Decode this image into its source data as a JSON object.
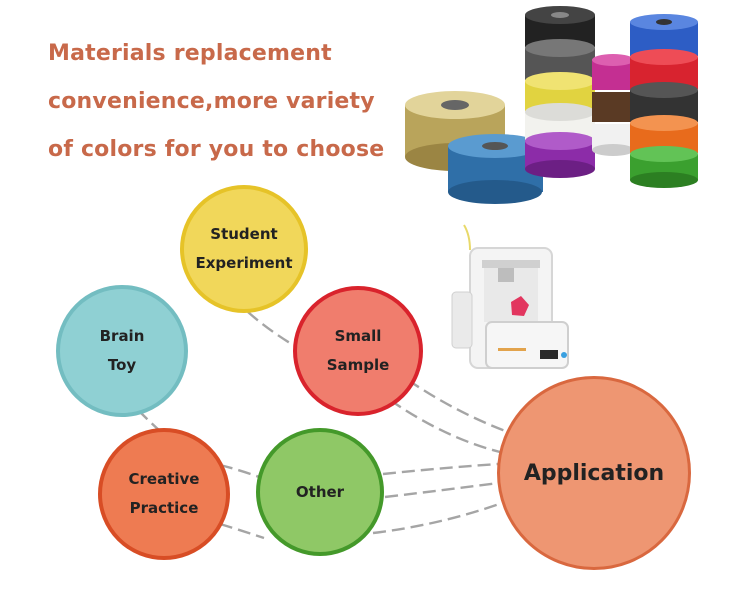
{
  "headline": {
    "line1": "Materials replacement",
    "line2": "convenience,more variety",
    "line3": "of colors for you to choose"
  },
  "colors": {
    "headline": "#c8694a",
    "student": "#f1d75a",
    "brain": "#8fd0d3",
    "small": "#f07d6d",
    "creative": "#ee7b52",
    "other": "#8fc866",
    "application": "#ee9672"
  },
  "bubbles": {
    "student": {
      "line1": "Student",
      "line2": "Experiment"
    },
    "brain": {
      "line1": "Brain",
      "line2": "Toy"
    },
    "small": {
      "line1": "Small",
      "line2": "Sample"
    },
    "creative": {
      "line1": "Creative",
      "line2": "Practice"
    },
    "other": {
      "line1": "Other"
    },
    "application": {
      "line1": "Application"
    }
  },
  "images": {
    "spools": "filament-spools-illustration",
    "printer": "3d-printer-illustration"
  }
}
